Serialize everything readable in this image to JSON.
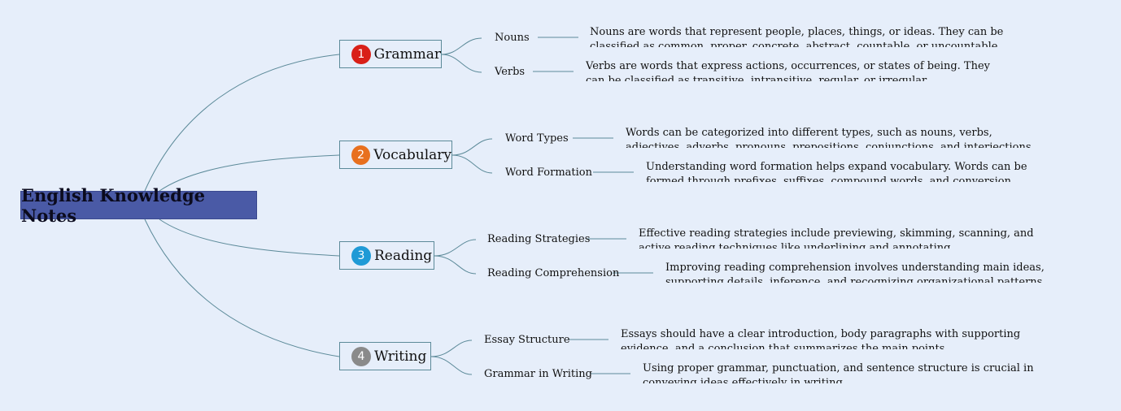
{
  "root": {
    "label": "English Knowledge Notes"
  },
  "colors": {
    "background": "#e6eefa",
    "root": "#4a5aa6",
    "line": "#5c8a99",
    "marker1": "#d92018",
    "marker2": "#e8701e",
    "marker3": "#1f9ad6",
    "marker4": "#8a8a8a"
  },
  "branches": [
    {
      "number": "1",
      "label": "Grammar",
      "children": [
        {
          "label": "Nouns",
          "text": "Nouns are words that represent people, places, things, or ideas. They can be classified as common, proper, concrete, abstract, countable, or uncountable."
        },
        {
          "label": "Verbs",
          "text": "Verbs are words that express actions, occurrences, or states of being. They can be classified as transitive, intransitive, regular, or irregular."
        }
      ]
    },
    {
      "number": "2",
      "label": "Vocabulary",
      "children": [
        {
          "label": "Word Types",
          "text": "Words can be categorized into different types, such as nouns, verbs, adjectives, adverbs, pronouns, prepositions, conjunctions, and interjections."
        },
        {
          "label": "Word Formation",
          "text": "Understanding word formation helps expand vocabulary. Words can be formed through prefixes, suffixes, compound words, and conversion."
        }
      ]
    },
    {
      "number": "3",
      "label": "Reading",
      "children": [
        {
          "label": "Reading Strategies",
          "text": "Effective reading strategies include previewing, skimming, scanning, and active reading techniques like underlining and annotating."
        },
        {
          "label": "Reading Comprehension",
          "text": "Improving reading comprehension involves understanding main ideas, supporting details, inference, and recognizing organizational patterns."
        }
      ]
    },
    {
      "number": "4",
      "label": "Writing",
      "children": [
        {
          "label": "Essay Structure",
          "text": "Essays should have a clear introduction, body paragraphs with supporting evidence, and a conclusion that summarizes the main points."
        },
        {
          "label": "Grammar in Writing",
          "text": "Using proper grammar, punctuation, and sentence structure is crucial in conveying ideas effectively in writing."
        }
      ]
    }
  ]
}
